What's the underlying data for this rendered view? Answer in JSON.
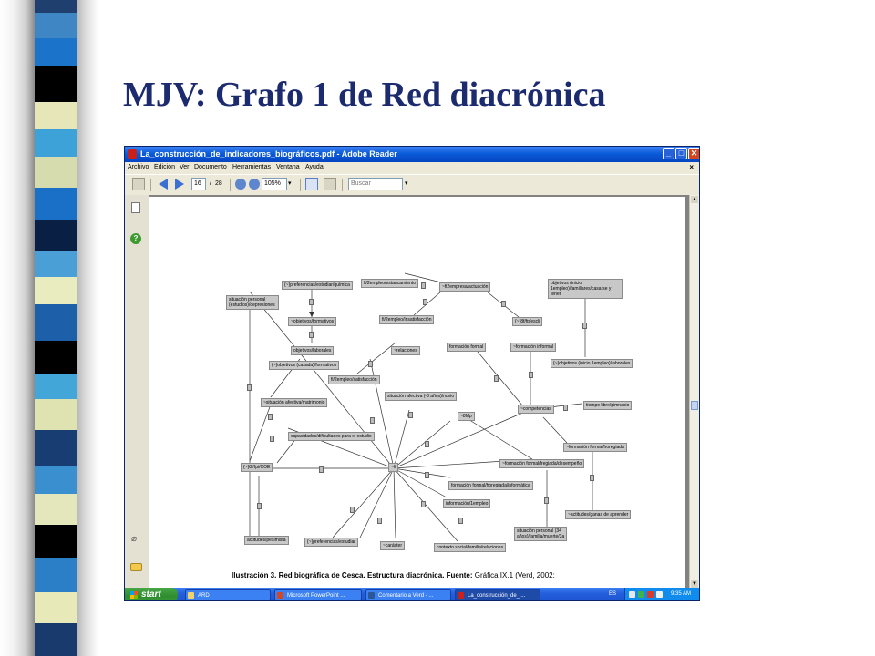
{
  "slide": {
    "title": "MJV: Grafo 1 de Red diacrónica"
  },
  "window": {
    "title": "La_construcción_de_indicadores_biográficos.pdf - Adobe Reader",
    "buttons": {
      "minimize": "_",
      "maximize": "□",
      "close": "✕"
    }
  },
  "menu": {
    "items": [
      "Archivo",
      "Edición",
      "Ver",
      "Documento",
      "Herramientas",
      "Ventana",
      "Ayuda"
    ],
    "close_doc": "×"
  },
  "toolbar": {
    "page_current": "16",
    "page_sep": "/",
    "page_total": "28",
    "zoom": "105%",
    "search_placeholder": "Buscar"
  },
  "graph": {
    "nodes": [
      "{~}preferencias/estudiar/química",
      "situación personal (estudios)/depresiones",
      "~objetivos/formativos",
      "objetivos/laborales",
      "{~}objetivos (casada)/formativos",
      "~situación afectiva/matrimonio",
      "capacidades/dificultades para el estudio",
      "{~}8f/fpi/COE",
      "actitudes/pesimista",
      "{~}preferencias/estudiar",
      "fi/2empleo/estancamiento",
      "~fi2empresa/actuación",
      "fi/2empleo/insatisfacción",
      "~relaciones",
      "fi/2empleo/satisfacción",
      "situación afectiva (-3 años)/novio",
      "~8f/fp",
      "~fi",
      "~carácter",
      "contexto social/familia/relaciones",
      "información/1empleo",
      "formación formal/horegiada/informática",
      "{~}8f/fp/escli",
      "formación formal",
      "~formación informal",
      "~competencias",
      "tiempo libre/gimnasio",
      "~formación formal/horegiada",
      "~formación formal/fregiada/desempeño",
      "~actitudes/ganas de aprender",
      "situación personal (34 años)/familia/muerte/3a",
      "objetivos (inicio 1empleo)/familiares/casarse y tener",
      "{~}objetivos (inicio 1empleo)/laborales"
    ]
  },
  "caption": {
    "bold": "Ilustración 3. Red biográfica de Cesca. Estructura diacrónica.",
    "source_label": "Fuente:",
    "source_text": "Gráfica IX.1 (Verd, 2002:"
  },
  "taskbar": {
    "start": "start",
    "tasks": [
      "ARD",
      "Microsoft PowerPoint ...",
      "Comentario a Verd - ...",
      "La_construcción_de_i..."
    ],
    "lang": "ES",
    "time": "9:35 AM"
  },
  "colors": {
    "title": "#1c2a6e",
    "xp_blue": "#245edb",
    "start_green": "#2f8b2f"
  }
}
